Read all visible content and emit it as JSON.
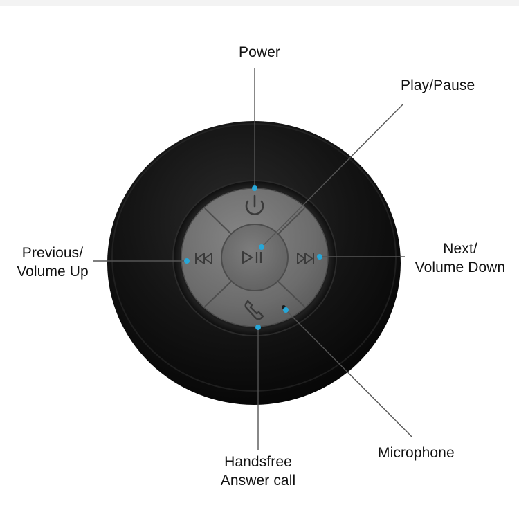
{
  "labels": {
    "power": "Power",
    "play_pause": "Play/Pause",
    "previous_line1": "Previous/",
    "previous_line2": "Volume Up",
    "next_line1": "Next/",
    "next_line2": "Volume Down",
    "microphone": "Microphone",
    "handsfree_line1": "Handsfree",
    "handsfree_line2": "Answer call"
  },
  "colors": {
    "background": "#ffffff",
    "speaker_body": "#111111",
    "button_panel": "#6b6b6b",
    "callout_dot": "#27a7d8",
    "leader_line": "#555555"
  },
  "icons": {
    "power": "power-icon",
    "play_pause": "play-pause-icon",
    "previous": "previous-track-icon",
    "next": "next-track-icon",
    "handsfree": "phone-handset-icon",
    "microphone": "microphone-hole-icon"
  }
}
